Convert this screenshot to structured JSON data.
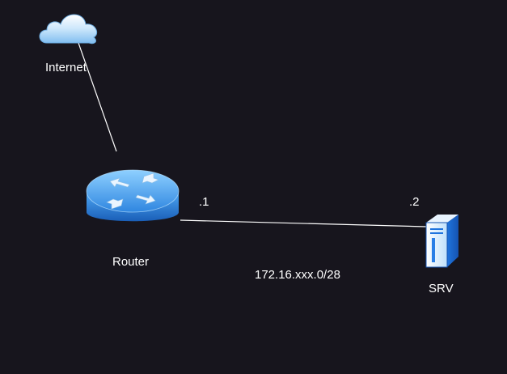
{
  "nodes": {
    "internet": {
      "label": "Internet",
      "icon": "cloud-icon"
    },
    "router": {
      "label": "Router",
      "icon": "router-icon"
    },
    "srv": {
      "label": "SRV",
      "icon": "server-icon"
    }
  },
  "links": {
    "lan": {
      "subnet": "172.16.xxx.0/28",
      "router_ip": ".1",
      "srv_ip": ".2"
    }
  },
  "colors": {
    "background": "#17151d",
    "text": "#ffffff",
    "link": "#ffffff",
    "device_blue": "#3a8fe8",
    "cloud_blue": "#9fd0f5"
  }
}
